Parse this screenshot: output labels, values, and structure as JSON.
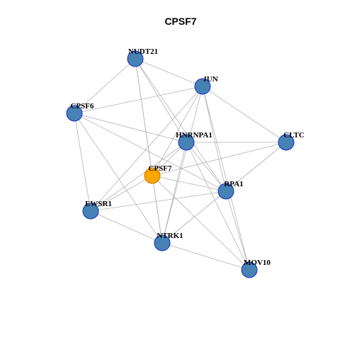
{
  "graph": {
    "title": "CPSF7",
    "colors": {
      "node_fill": "#4682b4",
      "node_stroke": "#1c2cc4",
      "focus_fill": "#ffa500",
      "focus_stroke": "#c07800",
      "edge": "#b3b3b3"
    },
    "nodes": [
      {
        "id": "NUDT21",
        "label": "NUDT21"
      },
      {
        "id": "JUN",
        "label": "JUN"
      },
      {
        "id": "CPSF6",
        "label": "CPSF6"
      },
      {
        "id": "HNRNPA1",
        "label": "HNRNPA1"
      },
      {
        "id": "CLTC",
        "label": "CLTC"
      },
      {
        "id": "CPSF7",
        "label": "CPSF7",
        "focus": true
      },
      {
        "id": "RPA1",
        "label": "RPA1"
      },
      {
        "id": "EWSR1",
        "label": "EWSR1"
      },
      {
        "id": "NTRK1",
        "label": "NTRK1"
      },
      {
        "id": "MOV10",
        "label": "MOV10"
      }
    ],
    "edges": [
      [
        "NUDT21",
        "CPSF6"
      ],
      [
        "NUDT21",
        "JUN"
      ],
      [
        "NUDT21",
        "HNRNPA1"
      ],
      [
        "NUDT21",
        "CPSF7"
      ],
      [
        "NUDT21",
        "RPA1"
      ],
      [
        "NUDT21",
        "NTRK1"
      ],
      [
        "JUN",
        "CPSF6"
      ],
      [
        "JUN",
        "CLTC"
      ],
      [
        "JUN",
        "CPSF7"
      ],
      [
        "JUN",
        "EWSR1"
      ],
      [
        "JUN",
        "NTRK1"
      ],
      [
        "JUN",
        "RPA1"
      ],
      [
        "JUN",
        "MOV10"
      ],
      [
        "CPSF6",
        "HNRNPA1"
      ],
      [
        "CPSF6",
        "EWSR1"
      ],
      [
        "CPSF6",
        "NTRK1"
      ],
      [
        "CPSF6",
        "RPA1"
      ],
      [
        "HNRNPA1",
        "CLTC"
      ],
      [
        "HNRNPA1",
        "CPSF7"
      ],
      [
        "HNRNPA1",
        "EWSR1"
      ],
      [
        "HNRNPA1",
        "RPA1"
      ],
      [
        "HNRNPA1",
        "NTRK1"
      ],
      [
        "HNRNPA1",
        "MOV10"
      ],
      [
        "CLTC",
        "CPSF7"
      ],
      [
        "CLTC",
        "RPA1"
      ],
      [
        "CLTC",
        "NTRK1"
      ],
      [
        "CPSF7",
        "RPA1"
      ],
      [
        "CPSF7",
        "EWSR1"
      ],
      [
        "CPSF7",
        "NTRK1"
      ],
      [
        "CPSF7",
        "MOV10"
      ],
      [
        "RPA1",
        "EWSR1"
      ],
      [
        "RPA1",
        "NTRK1"
      ],
      [
        "RPA1",
        "MOV10"
      ],
      [
        "EWSR1",
        "NTRK1"
      ],
      [
        "NTRK1",
        "MOV10"
      ]
    ]
  }
}
